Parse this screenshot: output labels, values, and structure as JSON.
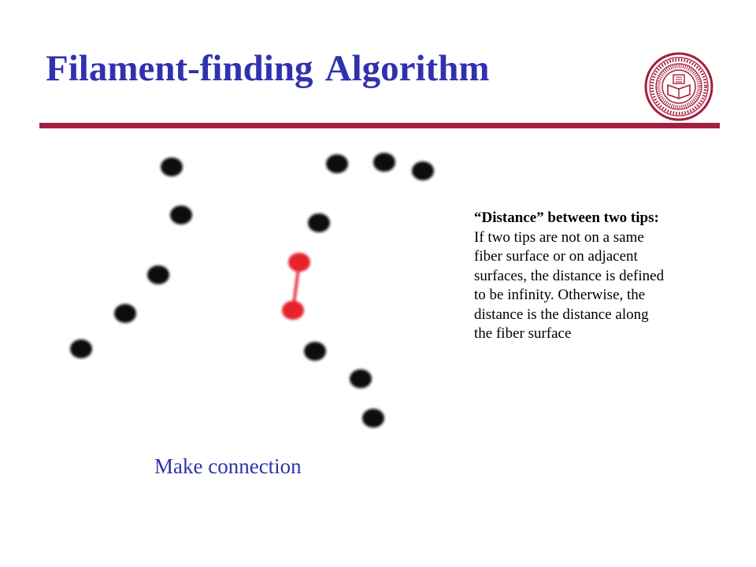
{
  "slide": {
    "title": "Filament-finding Algorithm",
    "caption": "Make connection",
    "note": {
      "heading": "“Distance” between two tips:",
      "body": "If two tips are not on a same\nfiber surface or on adjacent\nsurfaces, the distance is defined\nto be infinity. Otherwise, the\ndistance is the distance along\nthe fiber surface"
    }
  },
  "colors": {
    "title": "#3131b0",
    "rule": "#a41e3e",
    "tip_default": "#111111",
    "tip_connected": "#e8202a",
    "connection_line": "#e8202a"
  },
  "icons": {
    "logo": "indiana-university-seal-icon"
  }
}
